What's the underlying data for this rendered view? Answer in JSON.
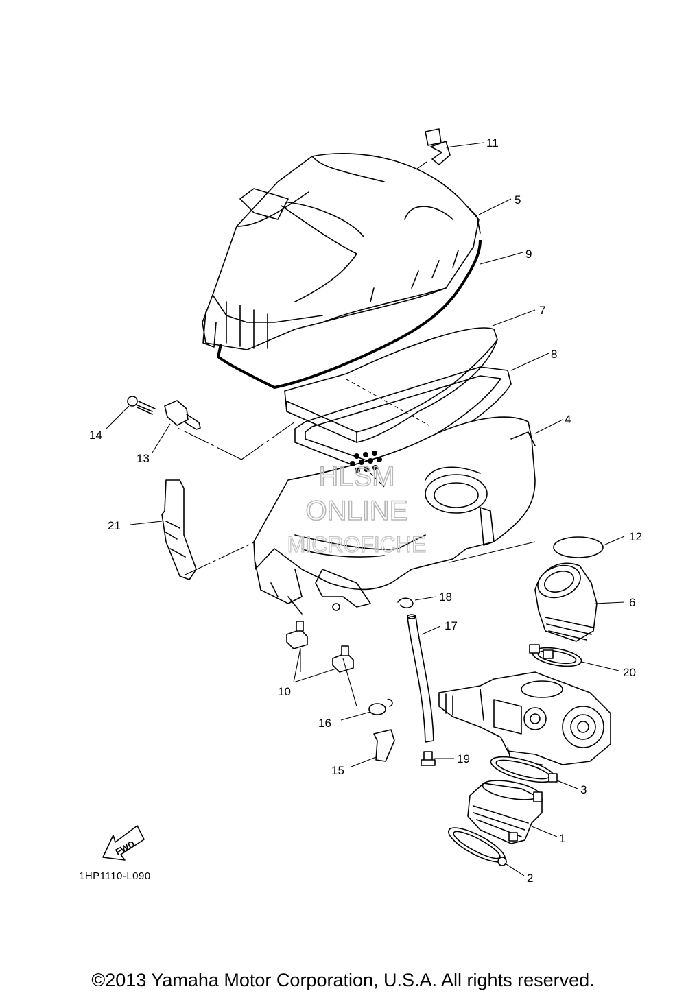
{
  "diagram": {
    "callouts": [
      "1",
      "2",
      "3",
      "4",
      "5",
      "6",
      "7",
      "8",
      "9",
      "10",
      "11",
      "12",
      "13",
      "14",
      "15",
      "16",
      "17",
      "18",
      "19",
      "20",
      "21"
    ],
    "drawing_code": "1HP1110-L090",
    "fwd_label": "FWD",
    "watermark": [
      "HLSM",
      "ONLINE",
      "MICROFICHE"
    ],
    "copyright": "©2013 Yamaha Motor Corporation, U.S.A. All rights reserved."
  }
}
